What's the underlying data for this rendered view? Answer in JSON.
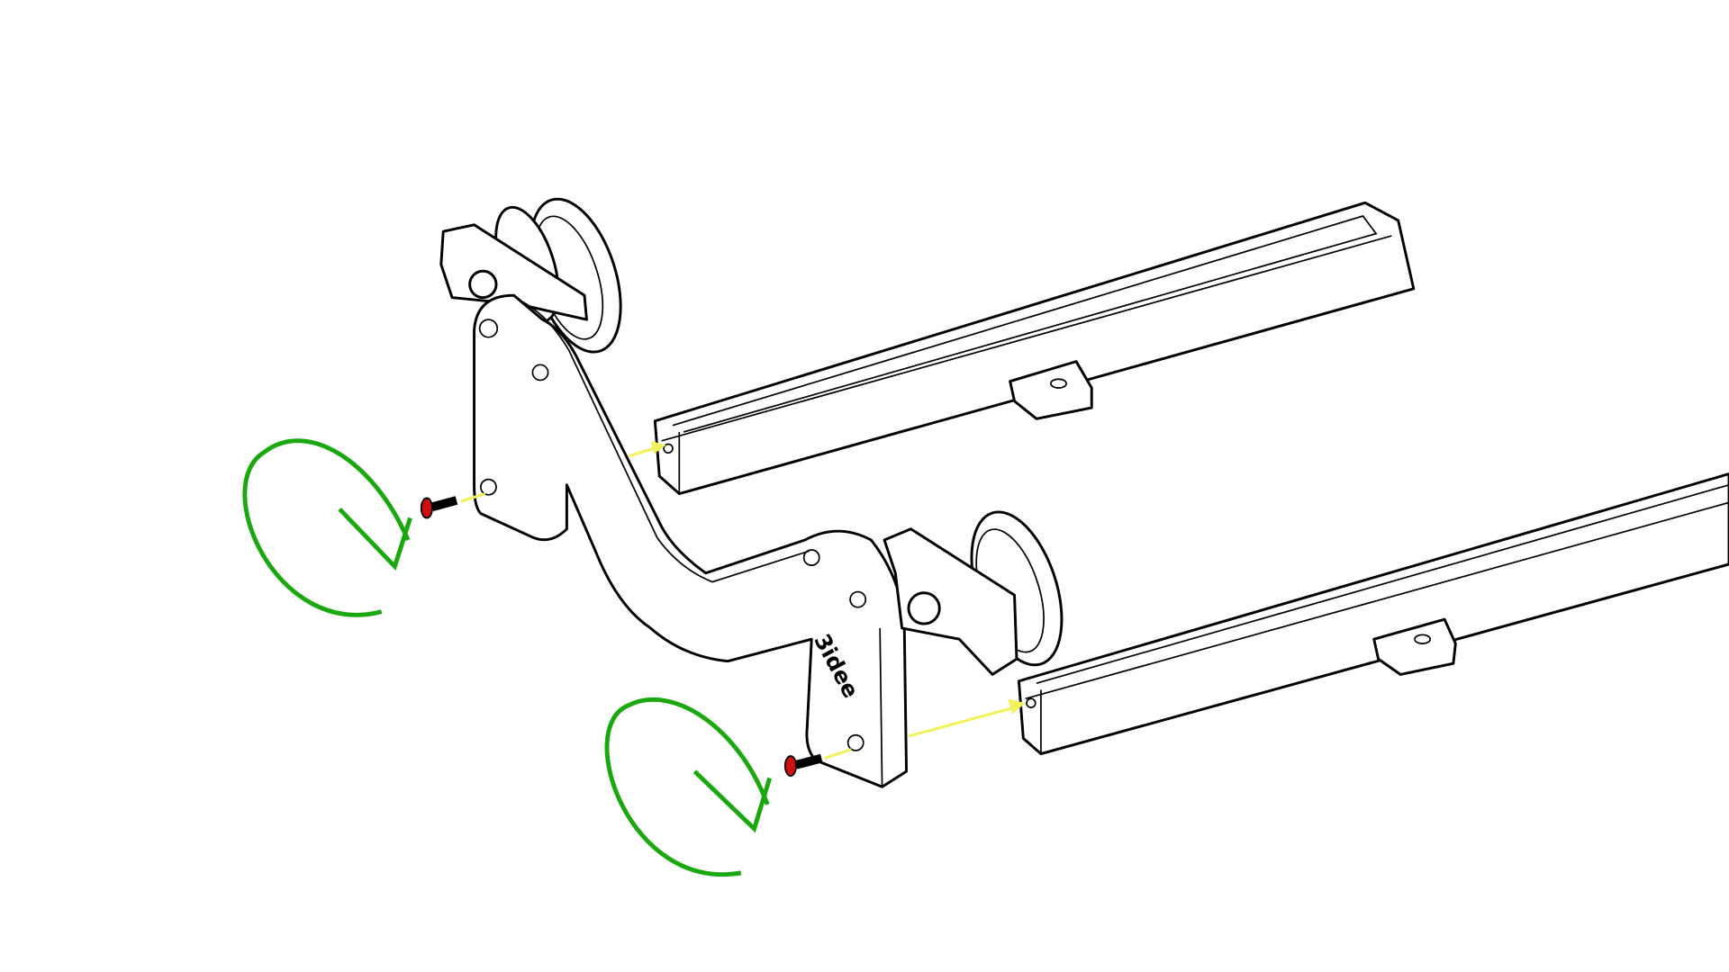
{
  "diagram": {
    "logo_text": "3idee",
    "colors": {
      "rotation_arrow": "#1aa80f",
      "insert_arrow": "#f2f25a",
      "screw_head": "#d01010",
      "outline": "#000000"
    },
    "parts": [
      "bracket",
      "wheel-upper",
      "wheel-lower",
      "rail-upper",
      "rail-lower",
      "screw-upper",
      "screw-lower"
    ],
    "annotations": [
      "rotate-clockwise-arrow",
      "rotate-clockwise-arrow",
      "insert-arrow",
      "insert-arrow",
      "insert-arrow",
      "insert-arrow"
    ]
  }
}
